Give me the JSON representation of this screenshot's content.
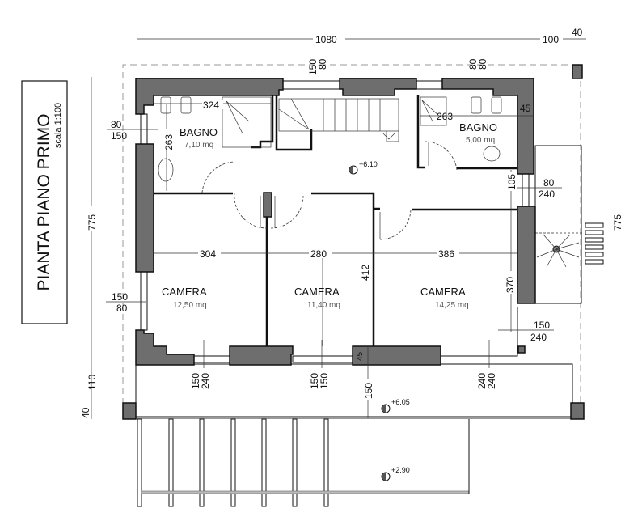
{
  "title": {
    "main": "PIANTA PIANO PRIMO",
    "scale": "scala 1:100"
  },
  "rooms": [
    {
      "name": "BAGNO",
      "area": "7,10 mq"
    },
    {
      "name": "BAGNO",
      "area": "5,00 mq"
    },
    {
      "name": "CAMERA",
      "area": "12,50 mq"
    },
    {
      "name": "CAMERA",
      "area": "11,40 mq"
    },
    {
      "name": "CAMERA",
      "area": "14,25 mq"
    }
  ],
  "levels": [
    "+6.10",
    "+6.05",
    "+2.90"
  ],
  "dimensions": {
    "total_width": "1080",
    "right_overhang": "100",
    "right_edge": "40",
    "total_depth": "775",
    "balcony_depth": "110",
    "bottom_edge": "40",
    "stair_window_h": "150",
    "stair_window_w": "80",
    "bath2_window_h": "80",
    "bath2_window_w": "80",
    "bath1_width": "324",
    "bath1_depth": "263",
    "bath2_width": "263",
    "bath2_wall": "45",
    "bath1_window_h": "80",
    "bath1_window_w": "150",
    "corridor_depth": "105",
    "right_window_h": "80",
    "right_window_w": "240",
    "room1_width": "304",
    "room2_width": "280",
    "room3_width": "386",
    "room2_depth": "412",
    "room3_depth": "370",
    "room1_side_window_h": "150",
    "room1_side_window_w": "80",
    "room3_side_window_h": "150",
    "room3_side_window_w": "240",
    "wall_45": "45",
    "room1_door_h": "150",
    "room1_door_w": "240",
    "room2_door_h": "150",
    "room2_door_w": "150",
    "room3_door_h": "240",
    "room3_door_w": "240",
    "balcony_150": "150"
  }
}
